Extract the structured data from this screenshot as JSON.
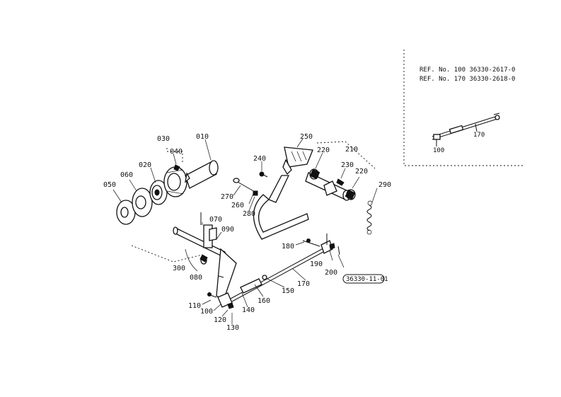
{
  "reference_box": {
    "lines": [
      "REF. No. 100 36330-2617-0",
      "REF. No. 170 36330-2618-0"
    ],
    "mini_labels": [
      "100",
      "170"
    ]
  },
  "drawing_code": "36330-11-01",
  "callouts": {
    "c010": "010",
    "c020": "020",
    "c030": "030",
    "c040": "040",
    "c050": "050",
    "c060": "060",
    "c070": "070",
    "c080": "080",
    "c090": "090",
    "c100": "100",
    "c110": "110",
    "c120": "120",
    "c130": "130",
    "c140": "140",
    "c150": "150",
    "c160": "160",
    "c170": "170",
    "c180": "180",
    "c190": "190",
    "c200": "200",
    "c210": "210",
    "c220a": "220",
    "c220b": "220",
    "c230": "230",
    "c240": "240",
    "c250": "250",
    "c260": "260",
    "c270": "270",
    "c280": "280",
    "c290": "290",
    "c300": "300"
  }
}
